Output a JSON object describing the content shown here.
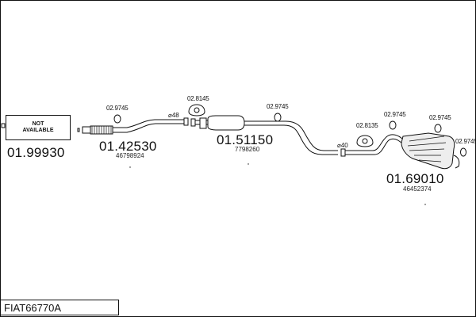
{
  "frame": {
    "stroke": "#111111"
  },
  "not_available": {
    "line1": "NOT",
    "line2": "AVAILABLE"
  },
  "reference": "FIAT66770A",
  "parts": [
    {
      "number": "01.99930",
      "oem": ""
    },
    {
      "number": "01.42530",
      "oem": "46798924"
    },
    {
      "number": "01.51150",
      "oem": "7798260"
    },
    {
      "number": "01.69010",
      "oem": "46452374"
    }
  ],
  "clips": [
    "02.9745",
    "02.8145",
    "02.9745",
    "02.8135",
    "02.9745",
    "02.9745",
    "02.9745"
  ],
  "diameters": [
    "⌀48",
    "⌀40"
  ]
}
